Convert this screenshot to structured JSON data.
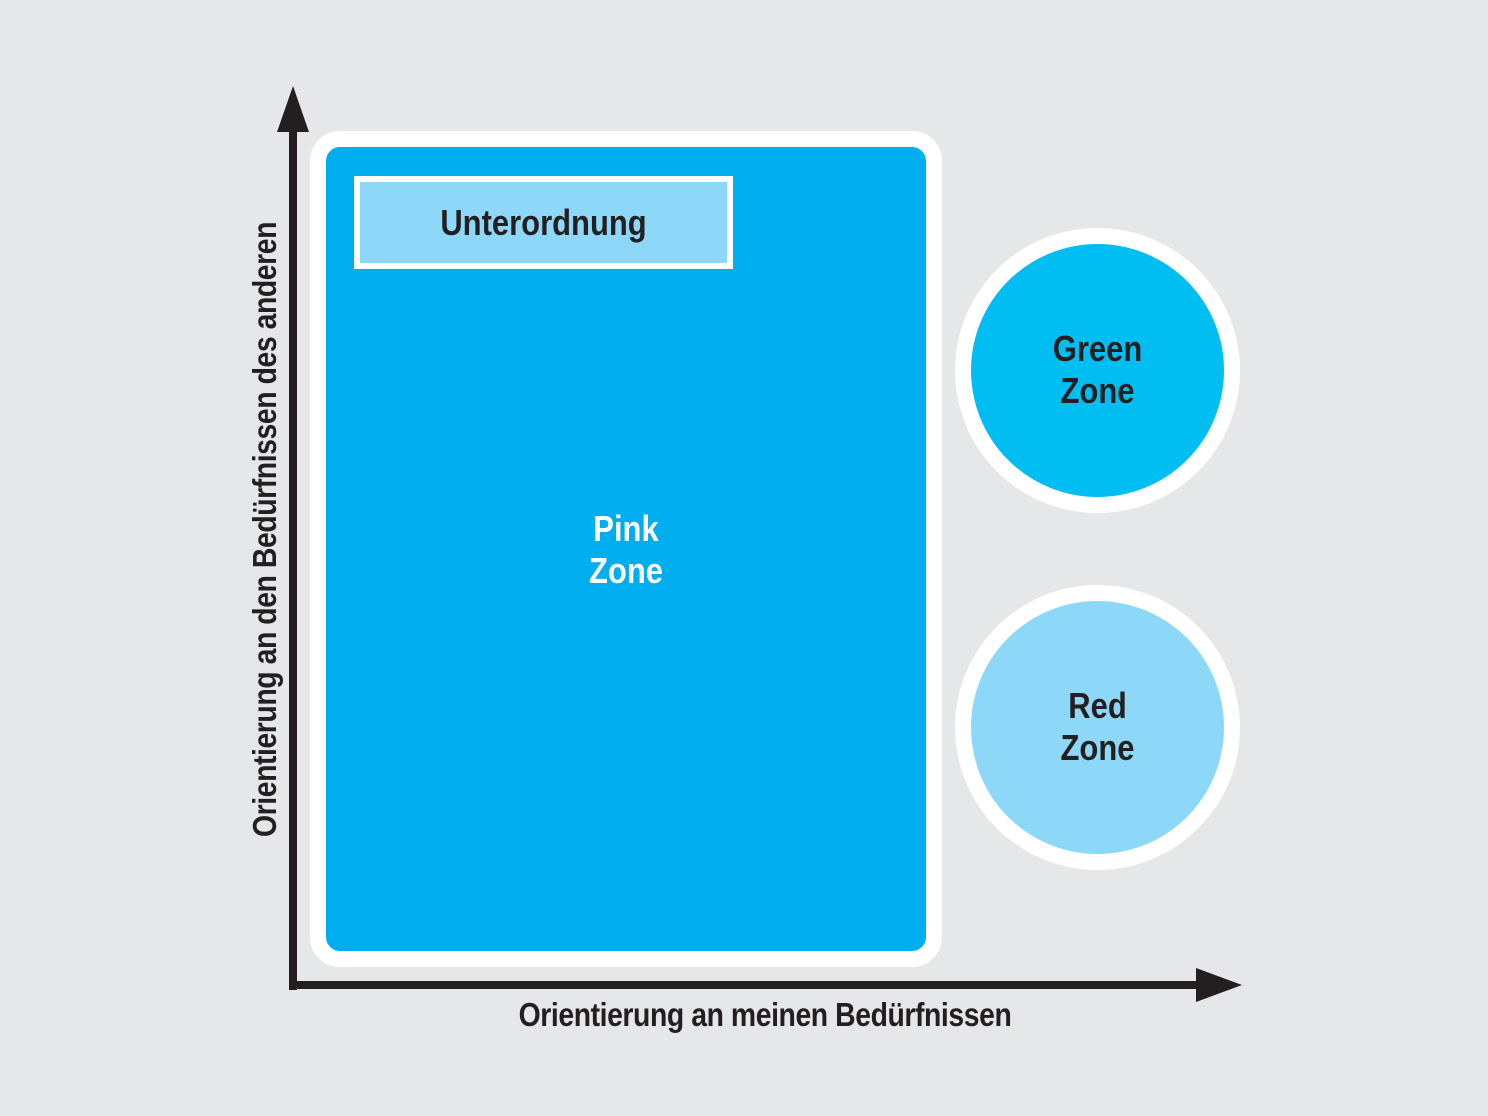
{
  "colors": {
    "background": "#e6e7e9",
    "axis": "#231f20",
    "pink_zone_fill": "#00adee",
    "green_zone_fill": "#00bdf2",
    "red_zone_fill": "#8dd8f8",
    "sub_box_fill": "#8dd8f8",
    "outline": "#ffffff",
    "dark_text": "#231f20",
    "light_text": "#ffffff"
  },
  "axes": {
    "x_label": "Orientierung an meinen Bedürfnissen",
    "y_label": "Orientierung an den Bedürfnissen des anderen"
  },
  "zones": {
    "pink": {
      "line1": "Pink",
      "line2": "Zone"
    },
    "sub_box": {
      "label": "Unterordnung"
    },
    "green": {
      "line1": "Green",
      "line2": "Zone"
    },
    "red": {
      "line1": "Red",
      "line2": "Zone"
    }
  }
}
